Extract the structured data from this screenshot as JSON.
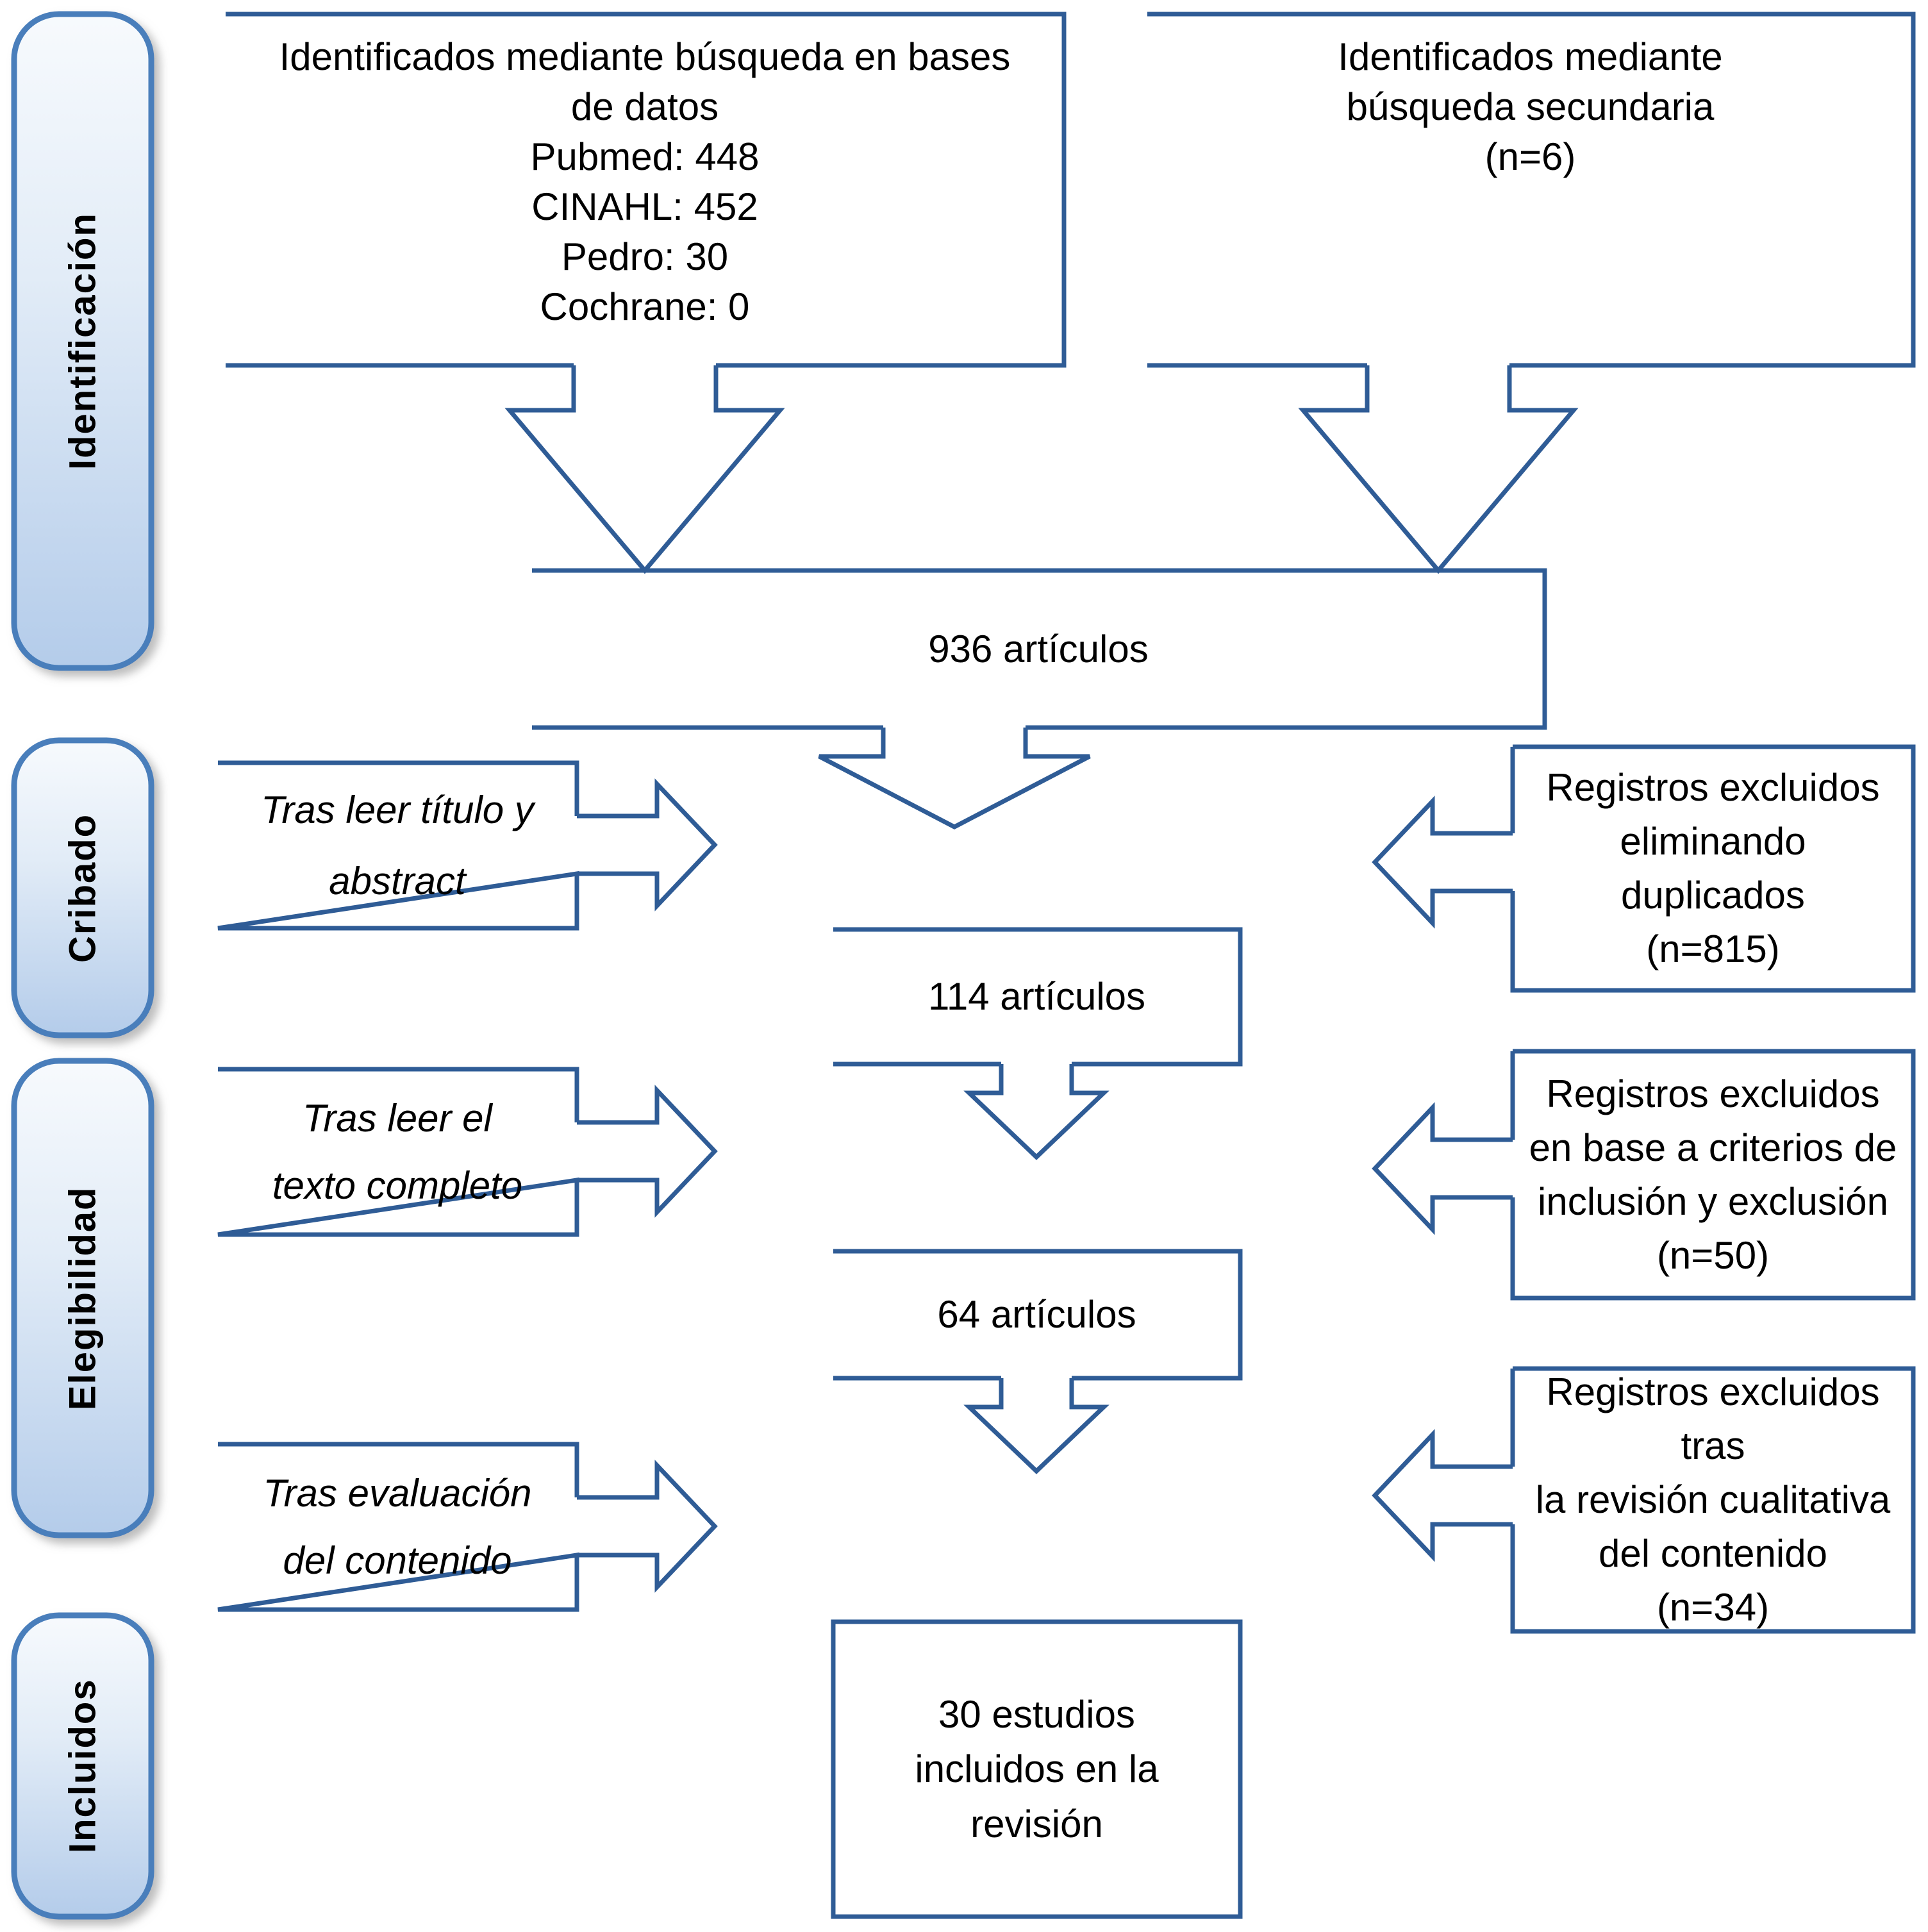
{
  "diagram": {
    "title": "Diagrama de flujo PRISMA",
    "stroke_color": "#2f5c96",
    "sidebar_border": "#4a7ebb",
    "sidebar_gradient_top": "#f4f8fc",
    "sidebar_gradient_bottom": "#b6cde8",
    "text_color": "#000000"
  },
  "stages": [
    {
      "id": "identificacion",
      "label": "Identificación"
    },
    {
      "id": "cribado",
      "label": "Cribado"
    },
    {
      "id": "elegibilidad",
      "label": "Elegibilidad"
    },
    {
      "id": "incluidos",
      "label": "Incluidos"
    }
  ],
  "boxes": {
    "databases": {
      "text": "Identificados mediante búsqueda en bases\nde datos\nPubmed: 448\nCINAHL: 452\nPedro: 30\nCochrane: 0"
    },
    "secondary": {
      "text": "Identificados mediante\nbúsqueda secundaria\n(n=6)"
    },
    "total_records": {
      "text": "936 artículos"
    },
    "screened": {
      "text": "114 artículos"
    },
    "eligible": {
      "text": "64 artículos"
    },
    "included": {
      "text": "30 estudios\nincluidos en la\nrevisión"
    }
  },
  "criteria": {
    "title_abstract": {
      "text": "Tras leer título y\nabstract"
    },
    "full_text": {
      "text": "Tras leer el\ntexto completo"
    },
    "content_eval": {
      "text": "Tras evaluación\ndel contenido"
    }
  },
  "excluded": {
    "duplicates": {
      "text": "Registros excluidos\neliminando\nduplicados\n(n=815)"
    },
    "criteria": {
      "text": "Registros excluidos\nen base a criterios de\ninclusión y exclusión\n(n=50)"
    },
    "qualitative": {
      "text": "Registros excluidos tras\nla revisión cualitativa\ndel contenido\n(n=34)"
    }
  },
  "chart_data": {
    "type": "diagram",
    "title": "PRISMA flow diagram",
    "nodes": [
      {
        "id": "databases",
        "stage": "Identificación",
        "label": "Identificados mediante búsqueda en bases de datos",
        "counts": {
          "Pubmed": 448,
          "CINAHL": 452,
          "Pedro": 30,
          "Cochrane": 0
        }
      },
      {
        "id": "secondary",
        "stage": "Identificación",
        "label": "Identificados mediante búsqueda secundaria",
        "n": 6
      },
      {
        "id": "total_records",
        "stage": "Identificación",
        "label": "936 artículos",
        "n": 936
      },
      {
        "id": "screened",
        "stage": "Cribado",
        "label": "114 artículos",
        "n": 114
      },
      {
        "id": "eligible",
        "stage": "Elegibilidad",
        "label": "64 artículos",
        "n": 64
      },
      {
        "id": "included",
        "stage": "Incluidos",
        "label": "30 estudios incluidos en la revisión",
        "n": 30
      },
      {
        "id": "excl_duplicates",
        "stage": "Cribado",
        "label": "Registros excluidos eliminando duplicados",
        "n": 815
      },
      {
        "id": "excl_criteria",
        "stage": "Elegibilidad",
        "label": "Registros excluidos en base a criterios de inclusión y exclusión",
        "n": 50
      },
      {
        "id": "excl_qualitative",
        "stage": "Elegibilidad",
        "label": "Registros excluidos tras la revisión cualitativa del contenido",
        "n": 34
      }
    ],
    "edges": [
      {
        "from": "databases",
        "to": "total_records"
      },
      {
        "from": "secondary",
        "to": "total_records"
      },
      {
        "from": "total_records",
        "to": "screened"
      },
      {
        "from": "screened",
        "to": "eligible"
      },
      {
        "from": "eligible",
        "to": "included"
      },
      {
        "from": "excl_duplicates",
        "to": "screened"
      },
      {
        "from": "excl_criteria",
        "to": "eligible"
      },
      {
        "from": "excl_qualitative",
        "to": "included"
      }
    ]
  }
}
